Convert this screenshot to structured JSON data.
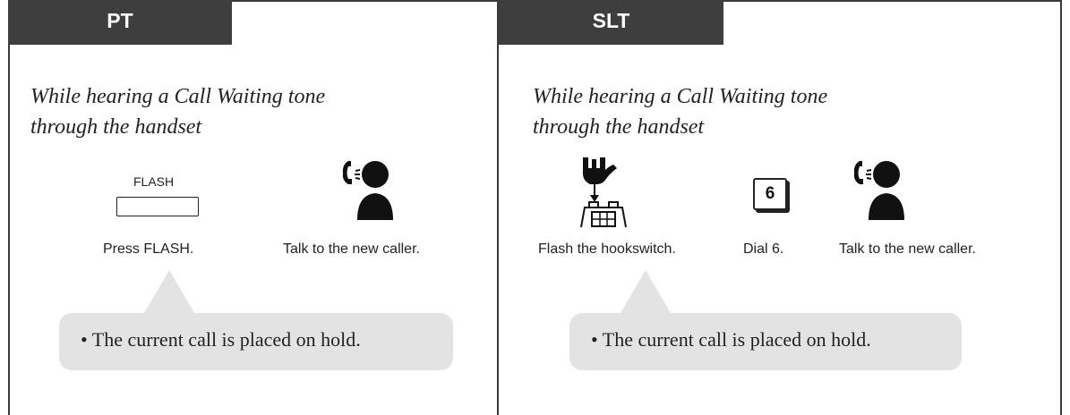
{
  "pt": {
    "tab_label": "PT",
    "instruction_line1": "While hearing a Call Waiting tone",
    "instruction_line2": "through the handset",
    "flash_key_label": "FLASH",
    "step1_caption": "Press FLASH.",
    "step2_caption": "Talk to the new caller.",
    "note": "• The current call is placed on hold."
  },
  "slt": {
    "tab_label": "SLT",
    "instruction_line1": "While hearing a Call Waiting tone",
    "instruction_line2": "through the handset",
    "key_label": "6",
    "step1_caption": "Flash the hookswitch.",
    "step2_caption": "Dial 6.",
    "step3_caption": "Talk to the new caller.",
    "note": "• The current call is placed on hold."
  },
  "icons": {
    "talk": "person-talking-on-handset-icon",
    "hookswitch": "hand-pressing-hookswitch-icon"
  },
  "colors": {
    "tab_background": "#3e3e3e",
    "callout_background": "#e3e3e3"
  }
}
